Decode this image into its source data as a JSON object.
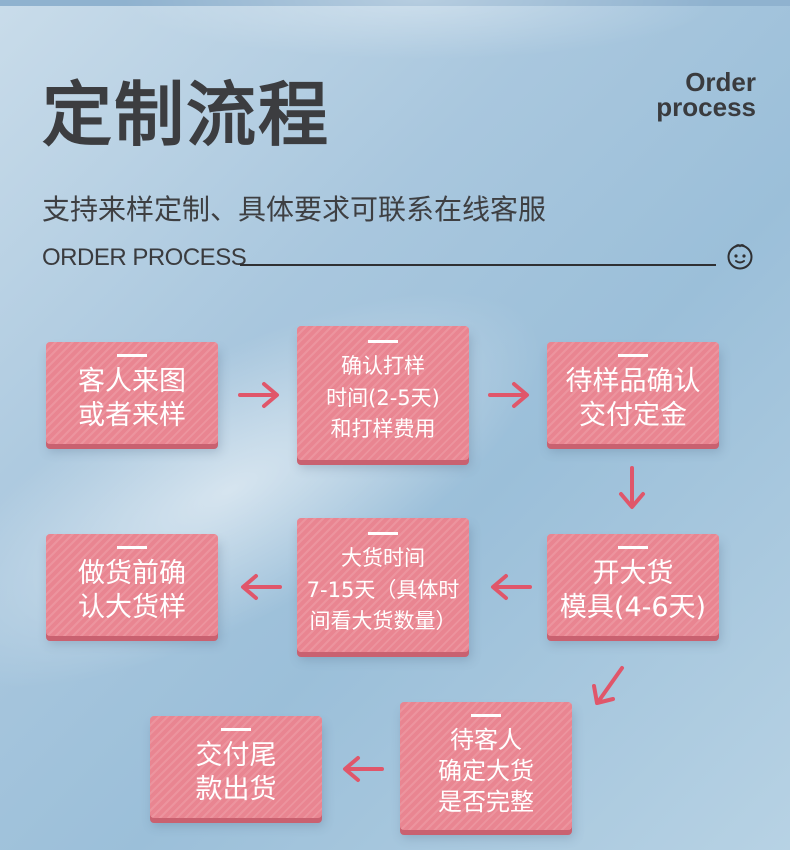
{
  "header": {
    "title": "定制流程",
    "en_title_line1": "Order",
    "en_title_line2": "process",
    "subtitle": "支持来样定制、具体要求可联系在线客服",
    "section_label": "ORDER PROCESS"
  },
  "steps": [
    {
      "line1": "客人来图",
      "line2": "或者来样"
    },
    {
      "line1": "确认打样",
      "line2": "时间(2-5天)",
      "line3": "和打样费用"
    },
    {
      "line1": "待样品确认",
      "line2": "交付定金"
    },
    {
      "line1": "开大货",
      "line2": "模具(4-6天)"
    },
    {
      "line1": "大货时间",
      "line2": "7-15天（具体时",
      "line3": "间看大货数量）"
    },
    {
      "line1": "做货前确",
      "line2": "认大货样"
    },
    {
      "line1": "待客人",
      "line2": "确定大货",
      "line3": "是否完整"
    },
    {
      "line1": "交付尾",
      "line2": "款出货"
    }
  ],
  "colors": {
    "card": "#e98591",
    "card_shadow": "#c96170",
    "arrow": "#e0566a",
    "title": "#3c3d40"
  },
  "icons": {
    "face": "baby-face-icon",
    "arrow": "arrow-icon"
  }
}
